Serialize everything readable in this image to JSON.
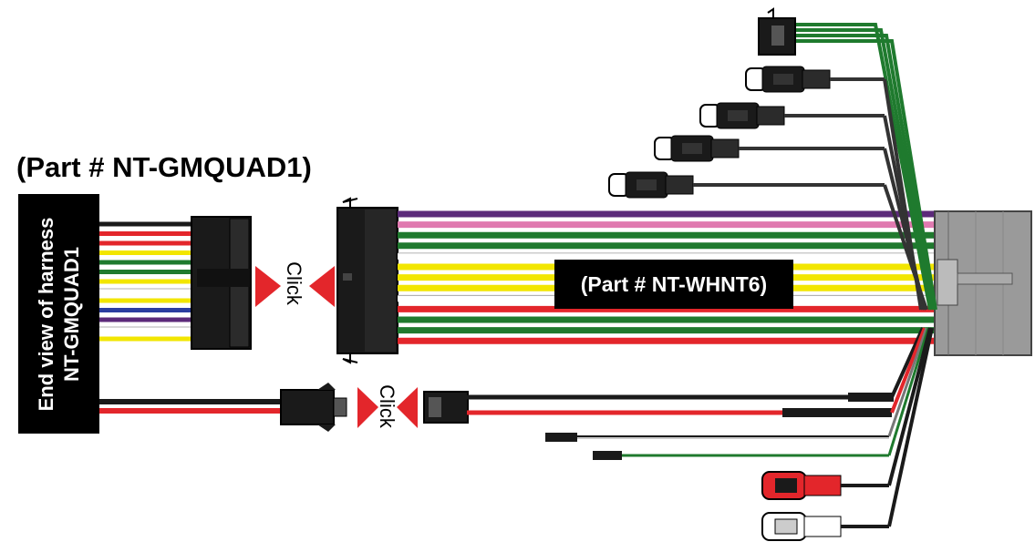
{
  "titles": {
    "part_quad": "(Part # NT-GMQUAD1)",
    "part_whnt6": "(Part # NT-WHNT6)"
  },
  "end_view": {
    "line1": "End view of harness",
    "line2": "NT-GMQUAD1"
  },
  "click_labels": {
    "upper": "Click",
    "lower": "Click"
  },
  "colors": {
    "black": "#1a1a1a",
    "red": "#e3262b",
    "yellow": "#f2e600",
    "green": "#1f7a2e",
    "white": "#ffffff",
    "purple": "#5c2a7a",
    "pink": "#e07ab0",
    "blue": "#2b3da0",
    "dark_gray": "#333333",
    "connector_gray": "#9a9a9a",
    "arrow_red": "#e3262b"
  },
  "quad_harness_wires": [
    "black",
    "red",
    "red",
    "yellow",
    "green",
    "green",
    "yellow",
    "white",
    "yellow",
    "blue",
    "purple",
    "white",
    "yellow"
  ],
  "whnt6_wires": [
    "purple",
    "pink",
    "green",
    "green",
    "white",
    "yellow",
    "yellow",
    "yellow",
    "white",
    "red",
    "green",
    "green",
    "red"
  ]
}
